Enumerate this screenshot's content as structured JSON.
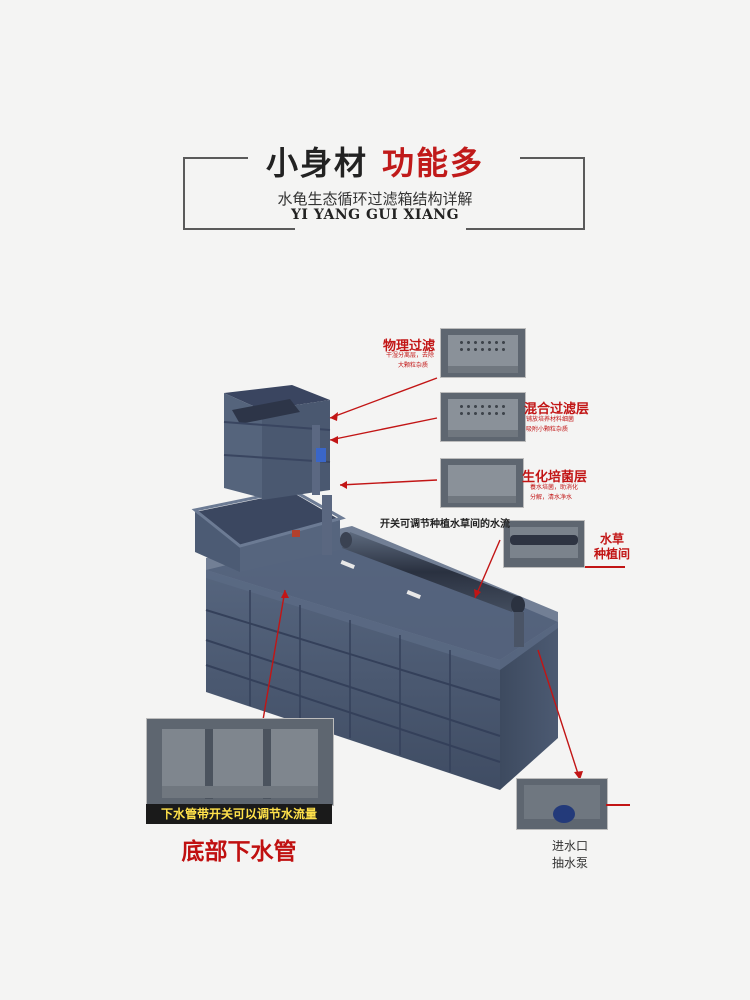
{
  "header": {
    "title_main": "小身材",
    "title_accent": "功能多",
    "subtitle": "水龟生态循环过滤箱结构详解",
    "subtitle_en": "YI YANG GUI XIANG"
  },
  "callouts": {
    "physical_filter": {
      "title": "物理过滤",
      "note1": "干湿分离层，去除",
      "note2": "大颗粒杂质"
    },
    "mixed_filter": {
      "title": "混合过滤层",
      "note1": "铺放培养材料细菌",
      "note2": "吸附小颗粒杂质"
    },
    "bio_layer": {
      "title": "生化培菌层",
      "note1": "養水培菌，助消化",
      "note2": "分解，清水净水"
    },
    "flow_switch": "开关可调节种植水草间的水流",
    "plant_area": {
      "line1": "水草",
      "line2": "种植间"
    },
    "bottom_pipe": {
      "caption": "下水管带开关可以调节水流量",
      "title": "底部下水管"
    },
    "pump": {
      "line1": "进水口",
      "line2": "抽水泵"
    }
  },
  "colors": {
    "accent_red": "#c01a1a",
    "tank_blue": "#4a5a72",
    "caption_yellow": "#ffe14a"
  }
}
